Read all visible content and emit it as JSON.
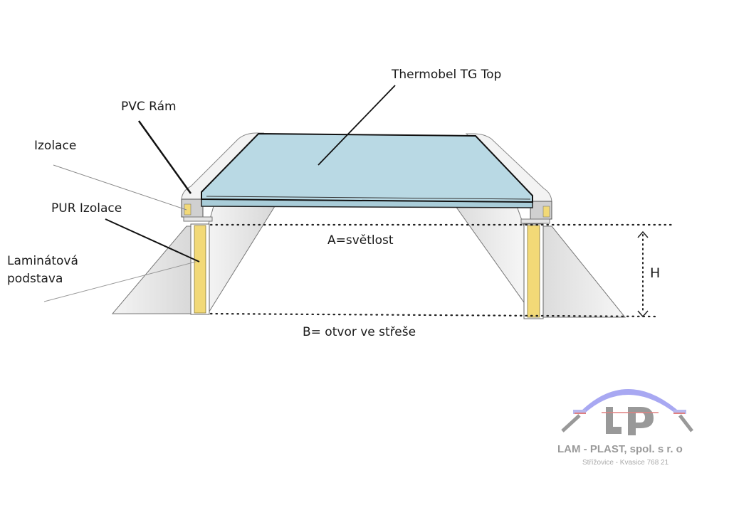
{
  "labels": {
    "glass": "Thermobel TG Top",
    "frame": "PVC Rám",
    "insulation": "Izolace",
    "pur_insulation": "PUR Izolace",
    "base_line1": "Laminátová",
    "base_line2": "podstava",
    "dim_a": "A=světlost",
    "dim_b": "B= otvor ve střeše",
    "dim_h": "H"
  },
  "logo": {
    "monogram": "LP",
    "company": "LAM - PLAST, spol. s r. o",
    "address": "Střížovice - Kvasice 768 21"
  },
  "colors": {
    "glass": "#b9d9e4",
    "insulation": "#f2d977",
    "frame": "#eeeeee",
    "logo_arc": "#9a9af0",
    "logo_text": "#9a9a9a"
  }
}
